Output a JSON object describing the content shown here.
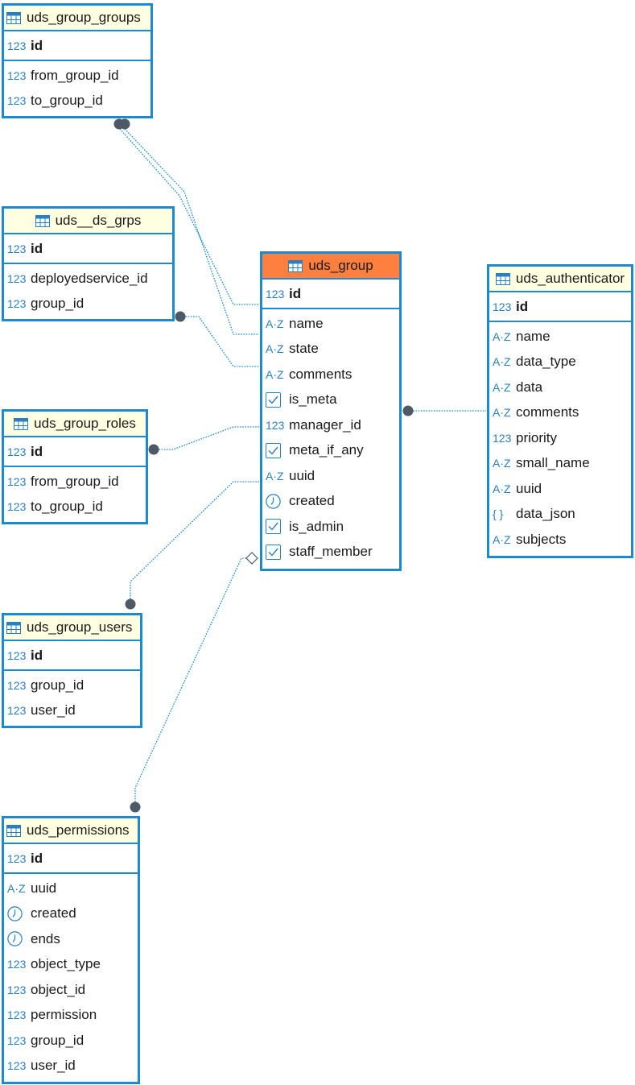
{
  "tables": {
    "uds_group_groups": {
      "name": "uds_group_groups",
      "pk": {
        "type": "123",
        "name": "id"
      },
      "columns": [
        {
          "type": "123",
          "name": "from_group_id"
        },
        {
          "type": "123",
          "name": "to_group_id"
        }
      ]
    },
    "uds__ds_grps": {
      "name": "uds__ds_grps",
      "pk": {
        "type": "123",
        "name": "id"
      },
      "columns": [
        {
          "type": "123",
          "name": "deployedservice_id"
        },
        {
          "type": "123",
          "name": "group_id"
        }
      ]
    },
    "uds_group_roles": {
      "name": "uds_group_roles",
      "pk": {
        "type": "123",
        "name": "id"
      },
      "columns": [
        {
          "type": "123",
          "name": "from_group_id"
        },
        {
          "type": "123",
          "name": "to_group_id"
        }
      ]
    },
    "uds_group_users": {
      "name": "uds_group_users",
      "pk": {
        "type": "123",
        "name": "id"
      },
      "columns": [
        {
          "type": "123",
          "name": "group_id"
        },
        {
          "type": "123",
          "name": "user_id"
        }
      ]
    },
    "uds_permissions": {
      "name": "uds_permissions",
      "pk": {
        "type": "123",
        "name": "id"
      },
      "columns": [
        {
          "type": "A-Z",
          "name": "uuid"
        },
        {
          "type": "clock",
          "name": "created"
        },
        {
          "type": "clock",
          "name": "ends"
        },
        {
          "type": "123",
          "name": "object_type"
        },
        {
          "type": "123",
          "name": "object_id"
        },
        {
          "type": "123",
          "name": "permission"
        },
        {
          "type": "123",
          "name": "group_id"
        },
        {
          "type": "123",
          "name": "user_id"
        }
      ]
    },
    "uds_group": {
      "name": "uds_group",
      "pk": {
        "type": "123",
        "name": "id"
      },
      "columns": [
        {
          "type": "A-Z",
          "name": "name"
        },
        {
          "type": "A-Z",
          "name": "state"
        },
        {
          "type": "A-Z",
          "name": "comments"
        },
        {
          "type": "check",
          "name": "is_meta"
        },
        {
          "type": "123",
          "name": "manager_id"
        },
        {
          "type": "check",
          "name": "meta_if_any"
        },
        {
          "type": "A-Z",
          "name": "uuid"
        },
        {
          "type": "clock",
          "name": "created"
        },
        {
          "type": "check",
          "name": "is_admin"
        },
        {
          "type": "check",
          "name": "staff_member"
        }
      ]
    },
    "uds_authenticator": {
      "name": "uds_authenticator",
      "pk": {
        "type": "123",
        "name": "id"
      },
      "columns": [
        {
          "type": "A-Z",
          "name": "name"
        },
        {
          "type": "A-Z",
          "name": "data_type"
        },
        {
          "type": "A-Z",
          "name": "data"
        },
        {
          "type": "A-Z",
          "name": "comments"
        },
        {
          "type": "123",
          "name": "priority"
        },
        {
          "type": "A-Z",
          "name": "small_name"
        },
        {
          "type": "A-Z",
          "name": "uuid"
        },
        {
          "type": "json",
          "name": "data_json"
        },
        {
          "type": "A-Z",
          "name": "subjects"
        }
      ]
    }
  },
  "type_labels": {
    "num": "123",
    "text": "A·Z",
    "json": "{ }"
  },
  "colors": {
    "border": "#1c8ad0",
    "header": "#ffffe1",
    "main_header": "#ff7f3f",
    "link": "#1c8ad0",
    "dot": "#4d5a66",
    "icon": "#2a7fc0"
  }
}
